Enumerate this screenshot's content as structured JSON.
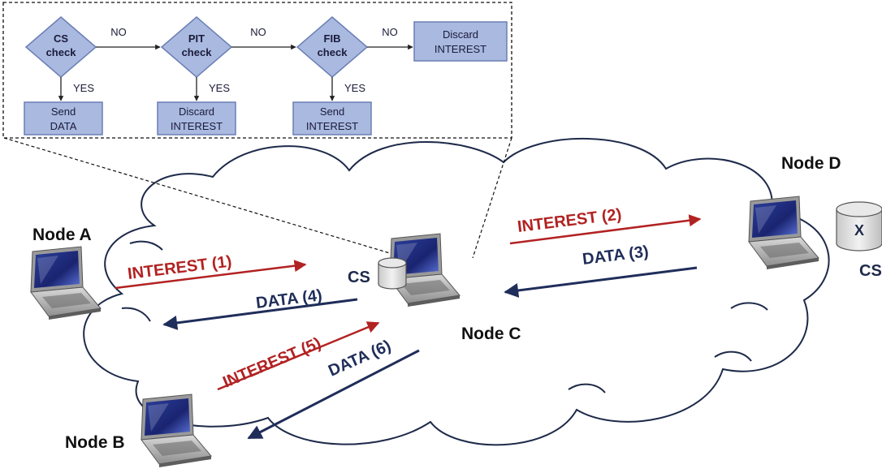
{
  "flowchart": {
    "decisions": [
      {
        "line1": "CS",
        "line2": "check"
      },
      {
        "line1": "PIT",
        "line2": "check"
      },
      {
        "line1": "FIB",
        "line2": "check"
      }
    ],
    "no_label": "NO",
    "yes_label": "YES",
    "outcomes": {
      "cs_yes": {
        "line1": "Send",
        "line2": "DATA"
      },
      "pit_yes": {
        "line1": "Discard",
        "line2": "INTEREST"
      },
      "fib_yes": {
        "line1": "Send",
        "line2": "INTEREST"
      },
      "fib_no": {
        "line1": "Discard",
        "line2": "INTEREST"
      }
    }
  },
  "nodes": {
    "a": "Node A",
    "b": "Node B",
    "c": "Node C",
    "d": "Node D"
  },
  "cache": {
    "c_label": "CS",
    "d_label": "CS",
    "d_content": "X"
  },
  "messages": {
    "interest_1": "INTEREST (1)",
    "interest_2": "INTEREST (2)",
    "data_3": "DATA (3)",
    "data_4": "DATA (4)",
    "interest_5": "INTEREST (5)",
    "data_6": "DATA (6)"
  },
  "colors": {
    "interest": "#b22222",
    "data": "#1f2d5a",
    "flow_fill": "#a9b9e0",
    "flow_stroke": "#6b7fb4",
    "cloud_stroke": "#1e2a4a"
  }
}
